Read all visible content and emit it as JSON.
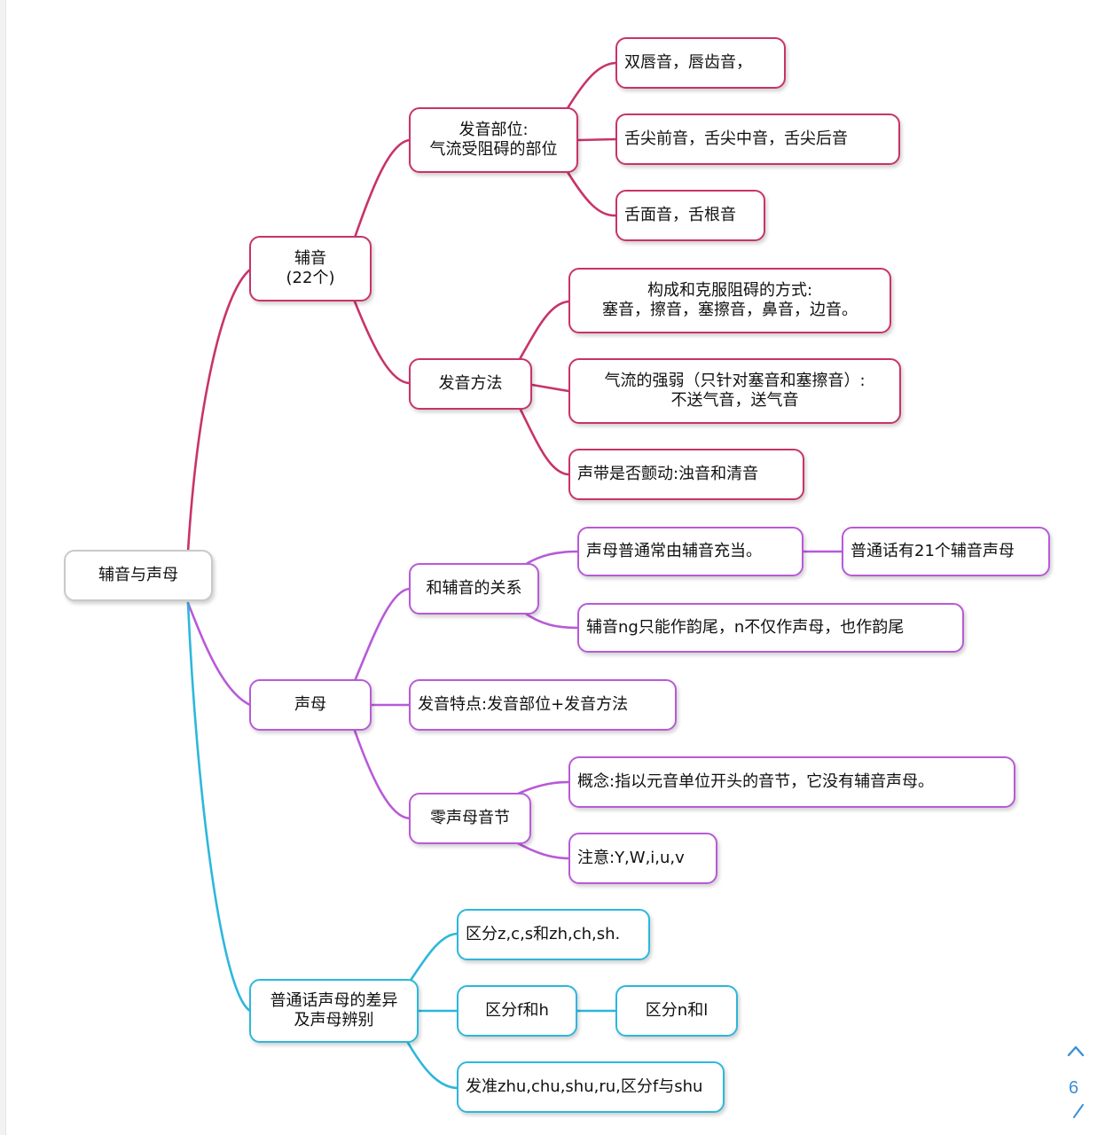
{
  "mindmap": {
    "root": "辅音与声母",
    "branches": [
      {
        "label": "辅音\n(22个)",
        "color": "#c8336a",
        "children": [
          {
            "label": "发音部位:\n气流受阻碍的部位",
            "children": [
              {
                "label": "双唇音，唇齿音，"
              },
              {
                "label": "舌尖前音，舌尖中音，舌尖后音"
              },
              {
                "label": "舌面音，舌根音"
              }
            ]
          },
          {
            "label": "发音方法",
            "children": [
              {
                "label": "构成和克服阻碍的方式:\n塞音，擦音，塞擦音，鼻音，边音。"
              },
              {
                "label": "气流的强弱（只针对塞音和塞擦音）:\n不送气音，送气音"
              },
              {
                "label": "声带是否颤动:浊音和清音"
              }
            ]
          }
        ]
      },
      {
        "label": "声母",
        "color": "#b85ad8",
        "children": [
          {
            "label": "和辅音的关系",
            "children": [
              {
                "label": "声母普通常由辅音充当。",
                "children": [
                  {
                    "label": "普通话有21个辅音声母"
                  }
                ]
              },
              {
                "label": "辅音ng只能作韵尾，n不仅作声母，也作韵尾"
              }
            ]
          },
          {
            "label": "发音特点:发音部位+发音方法"
          },
          {
            "label": "零声母音节",
            "children": [
              {
                "label": "概念:指以元音单位开头的音节，它没有辅音声母。"
              },
              {
                "label": "注意:Y,W,i,u,v"
              }
            ]
          }
        ]
      },
      {
        "label": "普通话声母的差异\n及声母辨别",
        "color": "#2db7dc",
        "children": [
          {
            "label": "区分z,c,s和zh,ch,sh."
          },
          {
            "label": "区分f和h",
            "children": [
              {
                "label": "区分n和l"
              }
            ]
          },
          {
            "label": "发准zhu,chu,shu,ru,区分f与shu"
          }
        ]
      }
    ]
  },
  "pager": {
    "page": "6",
    "up_icon": "chevron-up-icon"
  }
}
